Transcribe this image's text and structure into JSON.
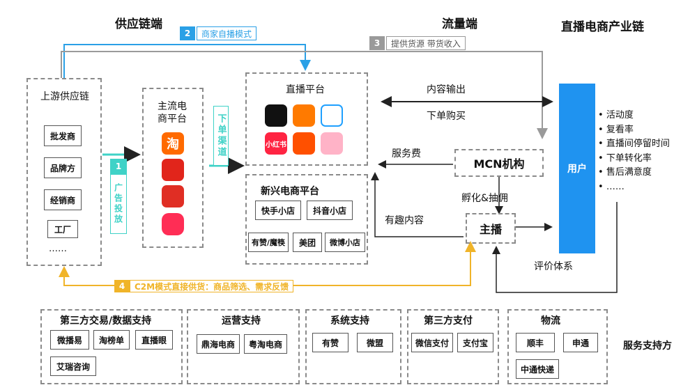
{
  "titles": {
    "supply_chain": "供应链端",
    "traffic": "流量端",
    "industry_chain": "直播电商产业链",
    "service_providers": "服务支持方"
  },
  "upstream": {
    "title": "上游供应链",
    "items": [
      "批发商",
      "品牌方",
      "经销商",
      "工厂",
      "……"
    ]
  },
  "mainstream": {
    "title_line1": "主流电",
    "title_line2": "商平台"
  },
  "order_channel": "下单渠道",
  "ad_step": {
    "number": "1",
    "text": "广告投放"
  },
  "merchant_step": {
    "number": "2",
    "text": "商家自播模式"
  },
  "supply_step": {
    "number": "3",
    "text": "提供货源 带货收入"
  },
  "c2m_step": {
    "number": "4",
    "text": "C2M模式直接供货：商品筛选、需求反馈"
  },
  "live_platform": {
    "title": "直播平台",
    "apps": [
      "douyin-app",
      "kuaishou-app",
      "bilibili-app",
      "xiaohongshu-app",
      "taobao-live-app",
      "pink-app"
    ],
    "xiaohongshu_label": "小红书"
  },
  "new_platform": {
    "title": "新兴电商平台",
    "items": [
      "快手小店",
      "抖音小店",
      "有赞/魔筷",
      "美团",
      "微博小店"
    ]
  },
  "flows": {
    "content_output": "内容输出",
    "order_purchase": "下单购买",
    "service_fee": "服务费",
    "incubate": "孵化&抽佣",
    "fun_content": "有趣内容",
    "evaluation": "评价体系"
  },
  "mcn": "MCN机构",
  "anchor": "主播",
  "user": {
    "label": "用户",
    "metrics": [
      "活动度",
      "复看率",
      "直播间停留时间",
      "下单转化率",
      "售后满意度",
      "……"
    ]
  },
  "services": [
    {
      "title": "第三方交易/数据支持",
      "items": [
        "微播易",
        "淘榜单",
        "直播眼",
        "艾瑞咨询"
      ]
    },
    {
      "title": "运营支持",
      "items": [
        "鼎海电商",
        "粤淘电商"
      ]
    },
    {
      "title": "系统支持",
      "items": [
        "有赞",
        "微盟"
      ]
    },
    {
      "title": "第三方支付",
      "items": [
        "微信支付",
        "支付宝"
      ]
    },
    {
      "title": "物流",
      "items": [
        "顺丰",
        "申通",
        "中通快递"
      ]
    }
  ],
  "colors": {
    "blue_line": "#2aa0e6",
    "gray_line": "#9a9a9a",
    "orange_line": "#f0b429",
    "teal": "#3fd2c7",
    "user_blue": "#1f93f0"
  }
}
